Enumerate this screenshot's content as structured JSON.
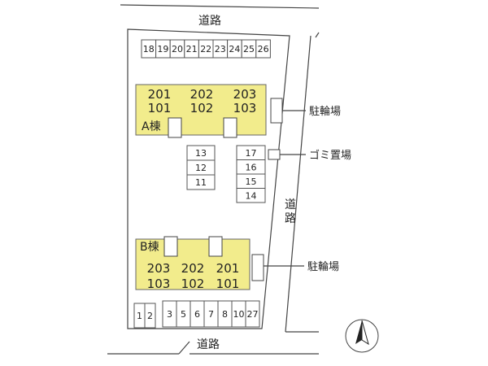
{
  "roads": {
    "top": "道路",
    "right": "道路",
    "bottom": "道路"
  },
  "building_a": {
    "label": "A棟",
    "units_upper": [
      "201",
      "202",
      "203"
    ],
    "units_lower": [
      "101",
      "102",
      "103"
    ],
    "color": "#f2ec8c"
  },
  "building_b": {
    "label": "B棟",
    "units_upper": [
      "203",
      "202",
      "201"
    ],
    "units_lower": [
      "103",
      "102",
      "101"
    ],
    "color": "#f2ec8c"
  },
  "parking": {
    "top_row": [
      "18",
      "19",
      "20",
      "21",
      "22",
      "23",
      "24",
      "25",
      "26"
    ],
    "center_left": [
      "13",
      "12",
      "11"
    ],
    "center_right": [
      "17",
      "16",
      "15",
      "14"
    ],
    "bottom_small": [
      "1",
      "2"
    ],
    "bottom_row": [
      "3",
      "5",
      "6",
      "7",
      "8",
      "10",
      "27"
    ]
  },
  "facilities": {
    "bike_parking_a": "駐輪場",
    "garbage": "ゴミ置場",
    "bike_parking_b": "駐輪場"
  },
  "north_arrow_icon": "north-arrow-icon"
}
